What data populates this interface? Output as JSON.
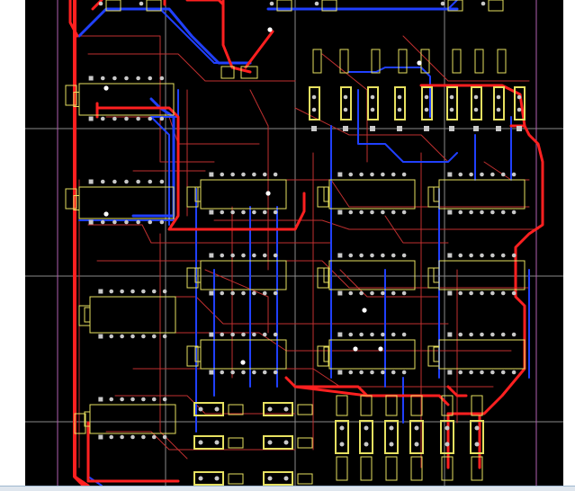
{
  "view": {
    "title": "",
    "background": "#000000",
    "canvas_frame": "#ffffff",
    "status_bar_color": "#dfe6ee"
  },
  "colors": {
    "trace_top": "#ff2020",
    "trace_bottom": "#2040ff",
    "trace_thin": "#c03030",
    "silkscreen": "#e6e060",
    "pad": "#c8c8c8",
    "via": "#ffffff",
    "grid": "#8a8a8a",
    "board_edge": "#b060b0"
  },
  "icons": {
    "dip_chip": "dip-chip-icon",
    "resistor": "resistor-icon",
    "capacitor": "capacitor-icon",
    "via": "via-icon"
  },
  "layers": [
    "top-copper",
    "bottom-copper",
    "silkscreen",
    "pads",
    "vias",
    "grid"
  ]
}
